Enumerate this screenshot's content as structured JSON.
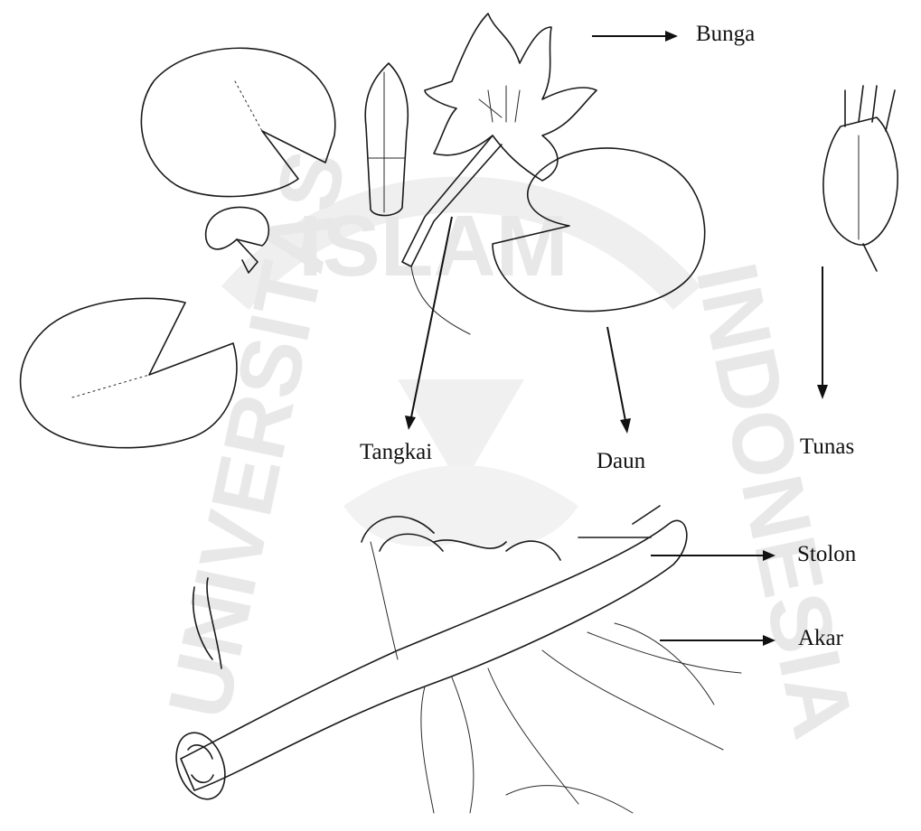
{
  "labels": {
    "bunga": "Bunga",
    "tangkai": "Tangkai",
    "daun": "Daun",
    "tunas": "Tunas",
    "stolon": "Stolon",
    "akar": "Akar"
  },
  "watermark": {
    "text_top": "ISLAM",
    "text_left": "UNIVERSITAS",
    "text_right": "INDONESIA"
  },
  "colors": {
    "ink": "#1a1a1a",
    "watermark": "#e6e6e6",
    "background": "#ffffff"
  }
}
